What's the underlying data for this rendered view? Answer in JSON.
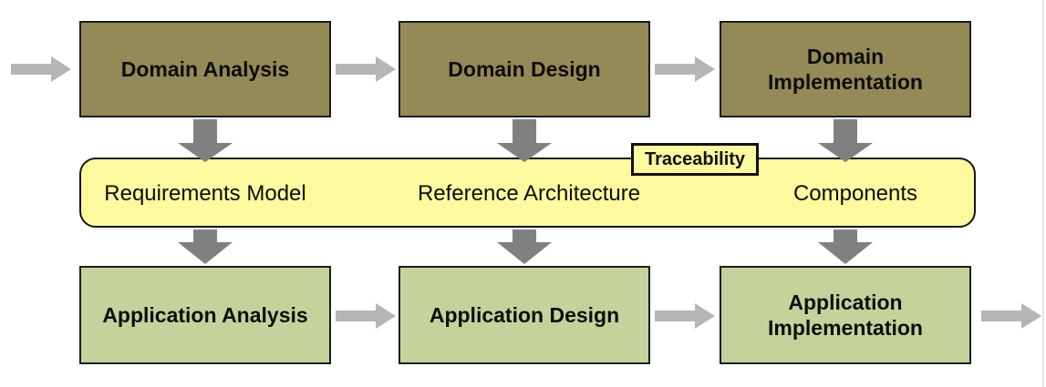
{
  "colors": {
    "domain_box": "#948A57",
    "application_box": "#C4D39B",
    "band_yellow": "#FDF99E",
    "arrow_dark": "#808080",
    "arrow_light": "#B5B5B5",
    "box_border": "#1C1C1C"
  },
  "diagram": {
    "top_row": [
      {
        "label": "Domain Analysis"
      },
      {
        "label": "Domain Design"
      },
      {
        "label": "Domain Implementation"
      }
    ],
    "band": {
      "tag": "Traceability",
      "items": [
        "Requirements Model",
        "Reference Architecture",
        "Components"
      ]
    },
    "bottom_row": [
      {
        "label": "Application Analysis"
      },
      {
        "label": "Application Design"
      },
      {
        "label": "Application Implementation"
      }
    ]
  }
}
